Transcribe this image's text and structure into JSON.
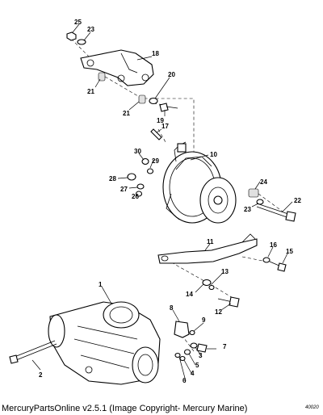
{
  "footer": {
    "text": "MercuryPartsOnline v2.5.1 (Image Copyright- Mercury Marine)"
  },
  "drawing_code": "40020",
  "callouts": {
    "c1": "1",
    "c2": "2",
    "c3": "3",
    "c4": "4",
    "c5": "5",
    "c6": "6",
    "c7": "7",
    "c8": "8",
    "c9": "9",
    "c10": "10",
    "c11": "11",
    "c12": "12",
    "c13": "13",
    "c14": "14",
    "c15": "15",
    "c16": "16",
    "c17": "17",
    "c18": "18",
    "c19": "19",
    "c20": "20",
    "c21a": "21",
    "c21b": "21",
    "c22": "22",
    "c23a": "23",
    "c23b": "23",
    "c24": "24",
    "c25": "25",
    "c26": "26",
    "c27": "27",
    "c28": "28",
    "c29": "29",
    "c30": "30"
  }
}
